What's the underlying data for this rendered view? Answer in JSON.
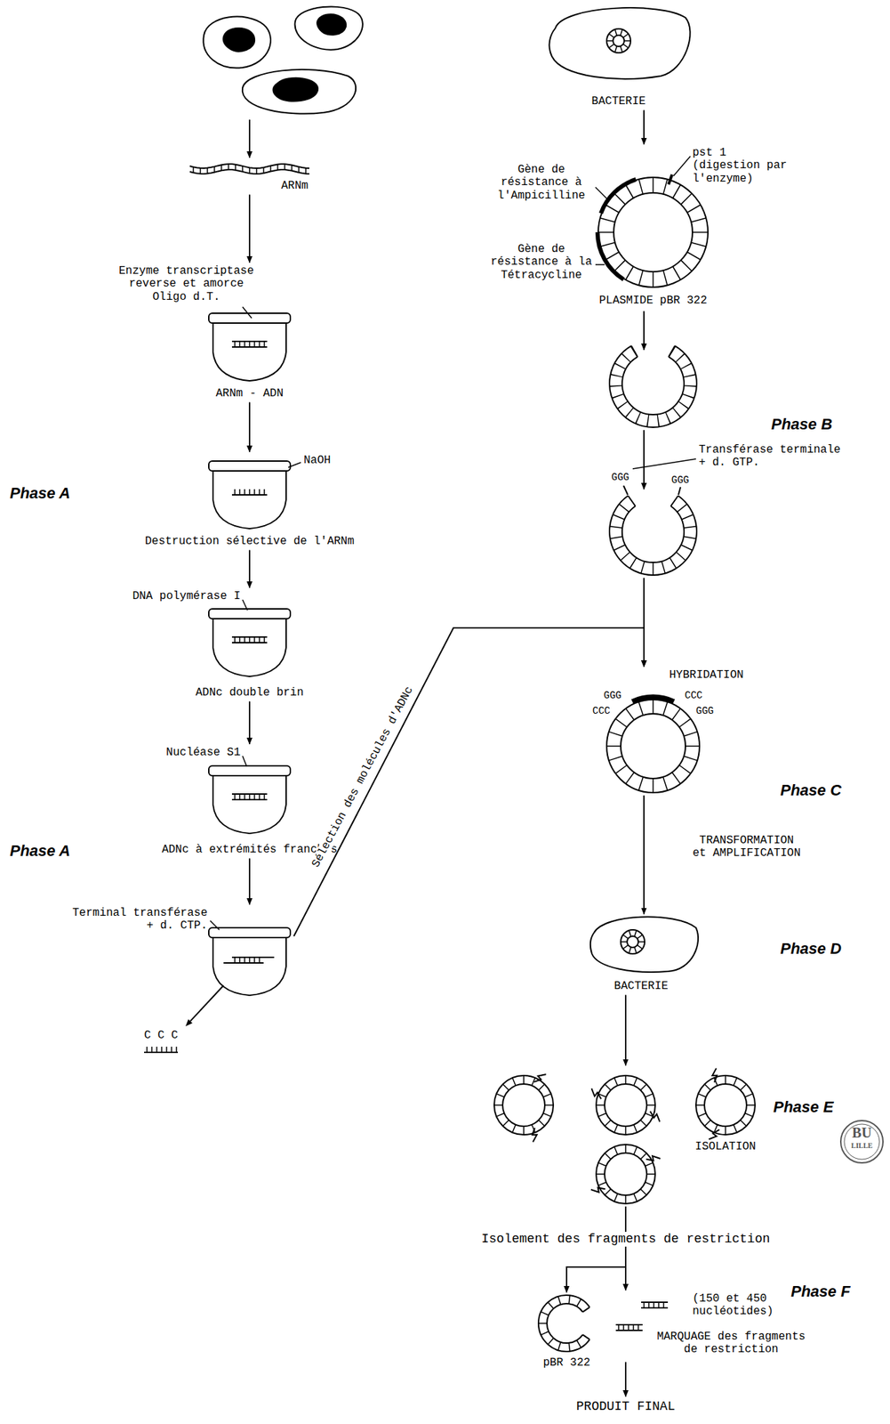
{
  "diagram": {
    "nodes": [
      {
        "text": [
          "ARNm"
        ]
      },
      {
        "text": [
          "Enzyme transcriptase reverse et amorce Oligo d.T.",
          "ARNm - ADN"
        ]
      },
      {
        "text": [
          "NaOH",
          "Destruction sélective de l'ARNm"
        ]
      },
      {
        "text": [
          "DNA polymérase I",
          "ADNc double brin"
        ]
      },
      {
        "text": [
          "Nucléase S1",
          "ADNc à extrémités franches"
        ]
      },
      {
        "text": [
          "Terminal transférase + d. CTP.",
          "C C C"
        ]
      },
      {
        "text": [
          "BACTERIE"
        ]
      },
      {
        "text": [
          "pst 1 (digestion par l'enzyme)",
          "Gène de résistance à l'Ampicilline",
          "Gène de résistance à la Tétracycline",
          "PLASMIDE pBR 322"
        ]
      },
      {
        "text": [
          "Transférase terminale + d. GTP.",
          "GGG",
          "GGG"
        ]
      },
      {
        "text": [
          "HYBRIDATION",
          "GGG",
          "CCC",
          "CCC",
          "GGG"
        ]
      },
      {
        "text": [
          "BACTERIE"
        ]
      },
      {
        "text": [
          "ISOLATION"
        ]
      },
      {
        "text": [
          "pBR 322"
        ]
      },
      {
        "text": [
          "(150 et 450 nucléotides)",
          "MARQUAGE des fragments de restriction"
        ]
      }
    ],
    "edges": [
      {
        "from": 0,
        "to": 1,
        "arrow": "to"
      },
      {
        "from": 1,
        "to": 2,
        "arrow": "to"
      },
      {
        "from": 2,
        "to": 3,
        "arrow": "to"
      },
      {
        "from": 3,
        "to": 4,
        "arrow": "to"
      },
      {
        "from": 4,
        "to": 5,
        "arrow": "to"
      },
      {
        "from": 6,
        "to": 7,
        "arrow": "to"
      },
      {
        "from": 8,
        "to": 9,
        "arrow": "to"
      },
      {
        "from": 5,
        "to": 9,
        "label": "Sélection des molécules d'ADNc",
        "arrow": "to"
      },
      {
        "from": 9,
        "to": 10,
        "label": "TRANSFORMATION et AMPLIFICATION",
        "arrow": "to"
      },
      {
        "from": 10,
        "to": 11,
        "arrow": "to"
      },
      {
        "from": 11,
        "to": 12,
        "arrow": "to"
      },
      {
        "from": 11,
        "to": 13,
        "arrow": "to"
      }
    ],
    "labels": [
      "Phase A",
      "Phase A",
      "Phase B",
      "Phase C",
      "Phase D",
      "Phase E",
      "Phase F",
      "Isolement des fragments de restriction",
      "PRODUIT FINAL",
      "BU",
      "LILLE"
    ]
  }
}
